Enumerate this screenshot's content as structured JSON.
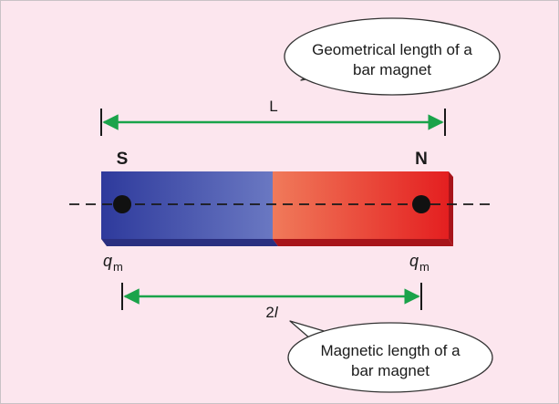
{
  "colors": {
    "background": "#fce6ee",
    "border": "#c9c2c6",
    "arrow": "#1aa34a",
    "south_pole": "#3a4aa8",
    "north_pole": "#e8352e",
    "text": "#1a1a1a"
  },
  "labels": {
    "south": "S",
    "north": "N",
    "geometric_length": "L",
    "magnetic_length_num": "2",
    "magnetic_length_var": "l",
    "pole_strength_var": "q",
    "pole_strength_sub": "m"
  },
  "callouts": {
    "top_line1": "Geometrical length of a",
    "top_line2": "bar magnet",
    "bottom_line1": "Magnetic length of a",
    "bottom_line2": "bar magnet"
  }
}
